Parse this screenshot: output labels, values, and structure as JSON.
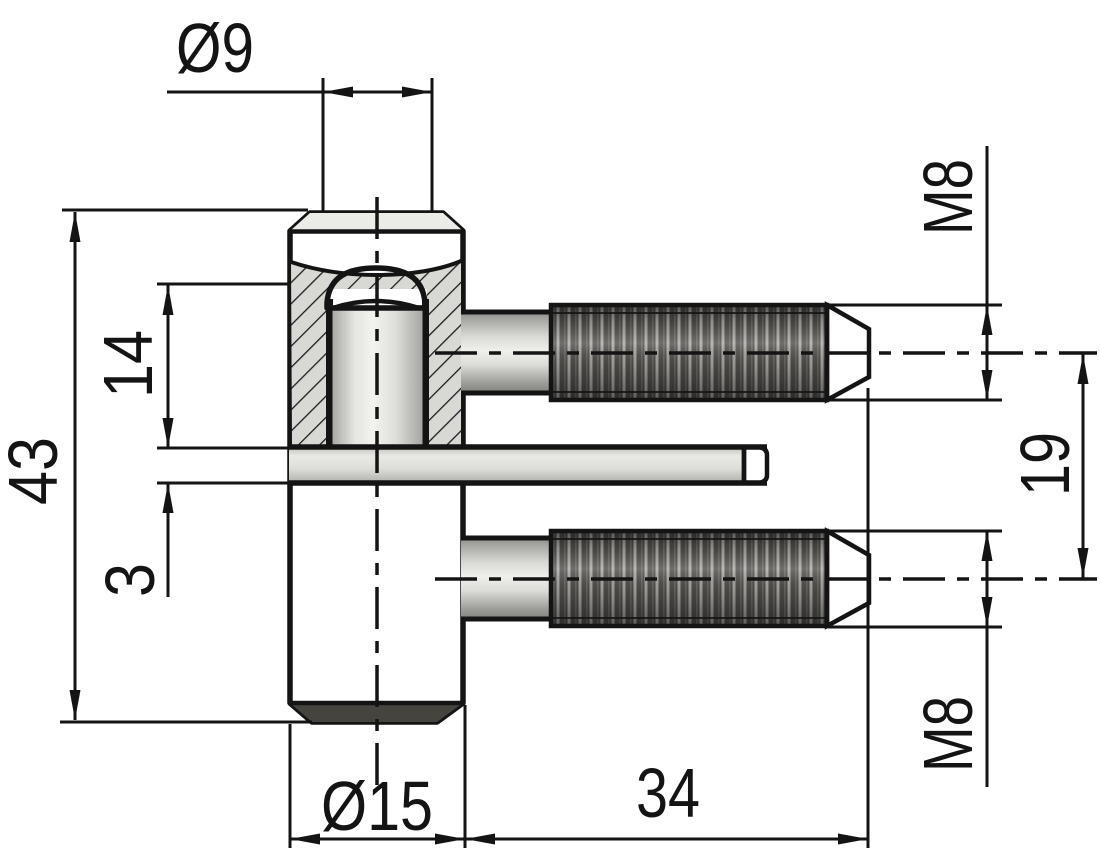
{
  "drawing": {
    "description": "Cross-section technical drawing of a screw-in door hinge with two M8 threaded pins",
    "dimensions": {
      "pin_diameter": "Ø9",
      "overall_height": "43",
      "bore_depth": "14",
      "leaf_thickness": "3",
      "upper_thread": "M8",
      "pin_center_distance": "19",
      "lower_thread": "M8",
      "body_diameter": "Ø15",
      "screw_length": "34"
    },
    "colors": {
      "line": "#141414",
      "background": "#ffffff",
      "metal_light": "#f1f1ed",
      "metal_mid": "#d7d7d3",
      "metal_dark": "#514f4c",
      "thread_light": "#aaa8a4",
      "thread_dark": "#454341",
      "bottom_face": "#45443f"
    }
  }
}
